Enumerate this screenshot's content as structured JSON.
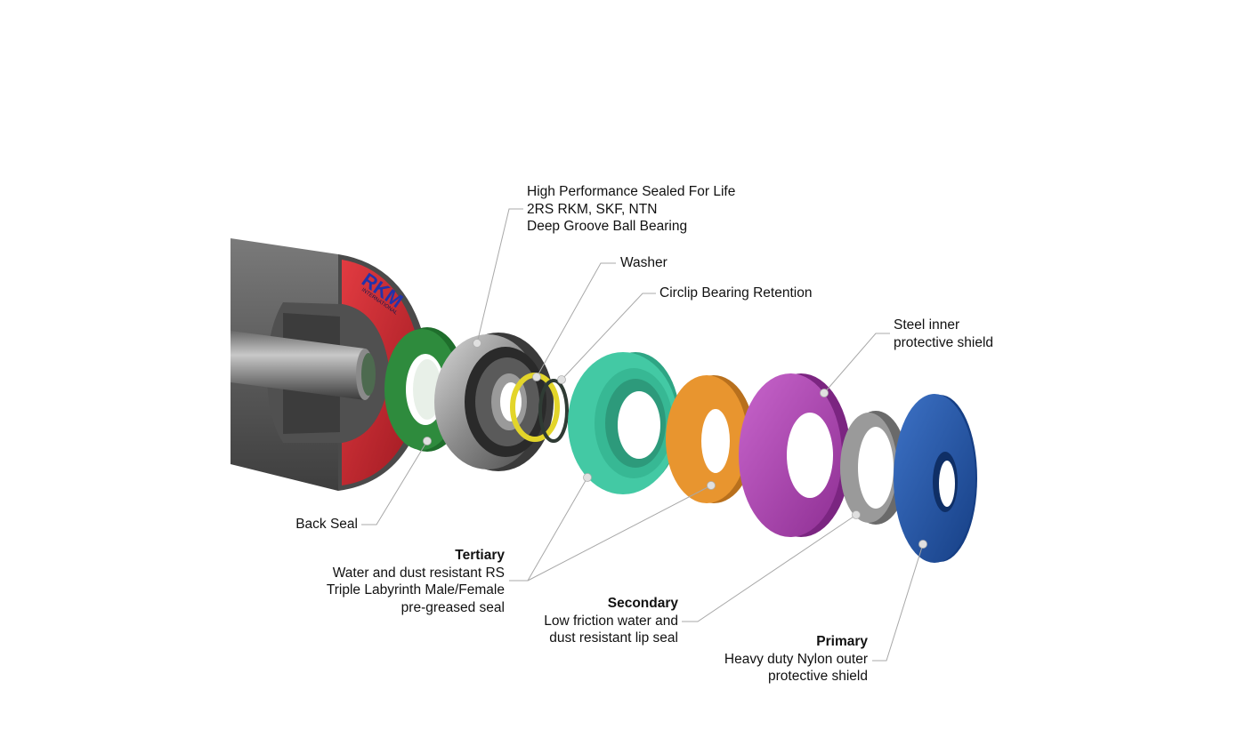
{
  "logo": {
    "brand": "RKM",
    "sub": "INTERNATIONAL"
  },
  "callouts": {
    "bearing": {
      "lines": [
        "High Performance Sealed For Life",
        "2RS RKM, SKF, NTN",
        "Deep Groove Ball Bearing"
      ]
    },
    "washer": {
      "lines": [
        "Washer"
      ]
    },
    "circlip": {
      "lines": [
        "Circlip Bearing Retention"
      ]
    },
    "steel_shield": {
      "lines": [
        "Steel inner",
        "protective shield"
      ]
    },
    "back_seal": {
      "lines": [
        "Back Seal"
      ]
    },
    "tertiary": {
      "heading": "Tertiary",
      "lines": [
        "Water and dust resistant RS",
        "Triple Labyrinth Male/Female",
        "pre-greased seal"
      ]
    },
    "secondary": {
      "heading": "Secondary",
      "lines": [
        "Low friction water and",
        "dust resistant lip seal"
      ]
    },
    "primary": {
      "heading": "Primary",
      "lines": [
        "Heavy duty Nylon outer",
        "protective shield"
      ]
    }
  },
  "colors": {
    "tube": "#5e5e5e",
    "end_cap": "#c8232c",
    "back_seal": "#2e8b3d",
    "bearing": "#8a8a8a",
    "washer": "#e3d52a",
    "circlip": "#2f3b34",
    "labyrinth": "#43c9a4",
    "lip_seal": "#e8952f",
    "steel_shield": "#b044b4",
    "inner_ring": "#9a9a9a",
    "nylon_shield": "#1f54a6",
    "logo_text": "#2233aa"
  }
}
